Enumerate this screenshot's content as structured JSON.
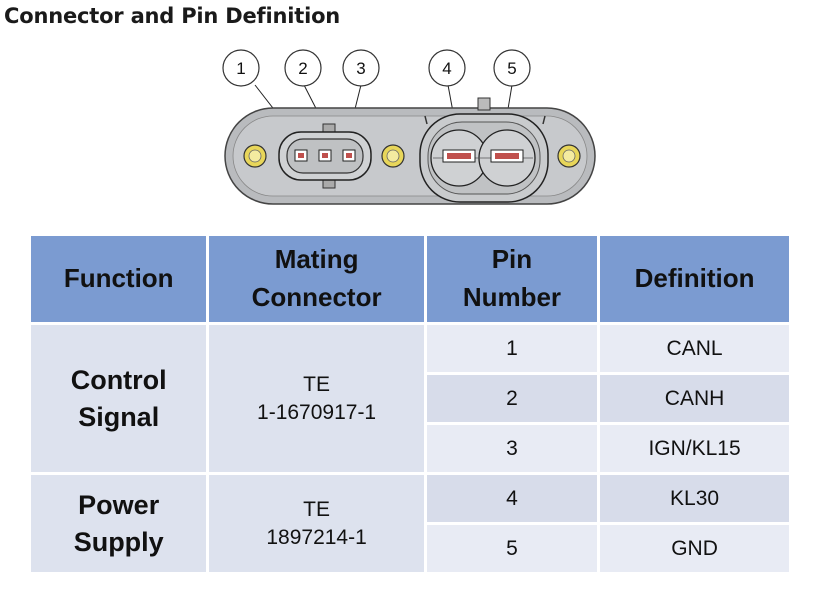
{
  "title": "Connector and Pin Definition",
  "callouts": [
    "1",
    "2",
    "3",
    "4",
    "5"
  ],
  "table": {
    "headers": [
      {
        "lines": [
          "Function"
        ]
      },
      {
        "lines": [
          "Mating",
          "Connector"
        ]
      },
      {
        "lines": [
          "Pin",
          "Number"
        ]
      },
      {
        "lines": [
          "Definition"
        ]
      }
    ],
    "groups": [
      {
        "function": [
          "Control",
          "Signal"
        ],
        "mating": [
          "TE",
          "1-1670917-1"
        ],
        "pins": [
          {
            "number": "1",
            "definition": "CANL"
          },
          {
            "number": "2",
            "definition": "CANH"
          },
          {
            "number": "3",
            "definition": "IGN/KL15"
          }
        ]
      },
      {
        "function": [
          "Power",
          "Supply"
        ],
        "mating": [
          "TE",
          "1897214-1"
        ],
        "pins": [
          {
            "number": "4",
            "definition": "KL30"
          },
          {
            "number": "5",
            "definition": "GND"
          }
        ]
      }
    ]
  },
  "colors": {
    "header": "#7b9bd1",
    "row_light": "#e8ebf4",
    "row_alt": "#d7dcea",
    "pad_gold": "#e8d65a",
    "terminal_red": "#c0504d"
  }
}
